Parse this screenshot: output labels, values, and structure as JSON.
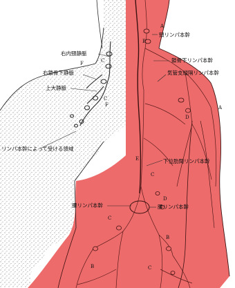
{
  "labels": {
    "jugular_trunk": "頸リンパ本幹",
    "right_internal_jugular_vein": "右内頸静脈",
    "subclavian_trunk": "鎖骨下リンパ本幹",
    "bronchomediastinal_trunk": "気管支縦隔リンパ本幹",
    "right_subclavian_vein": "右鎖骨下静脈",
    "superior_vena_cava": "上大静脈",
    "drainage_region": "リンパ本幹によって受ける領域",
    "intercostal_trunk": "下位肋間リンパ本幹",
    "lumbar_trunk_left": "腰リンパ本幹",
    "lumbar_trunk_right": "腰リンパ本幹"
  },
  "letters": [
    "A",
    "B",
    "C",
    "D",
    "E",
    "F"
  ],
  "colors": {
    "drained_region": "#ee6b6b",
    "vessel_line": "#5a1b1b",
    "outline": "#2a2a2a",
    "stipple": "#555555",
    "background": "#ffffff"
  }
}
